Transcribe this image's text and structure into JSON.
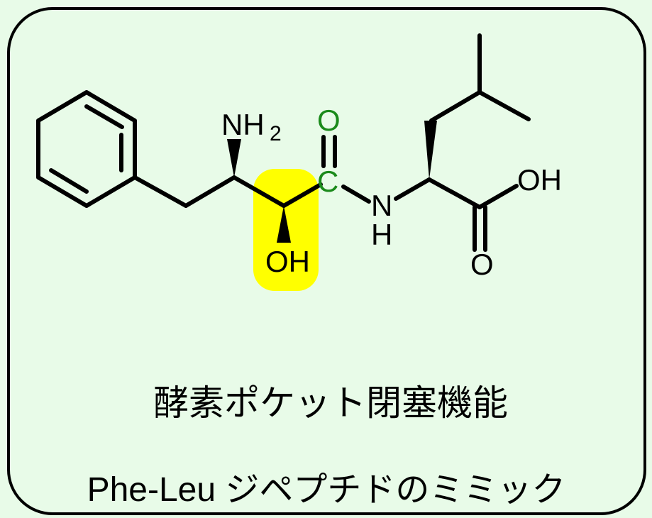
{
  "colors": {
    "background": "#e8fbe8",
    "ink": "#000000",
    "carbonyl": "#1a8a1a",
    "highlight": "#ffff00"
  },
  "molecule": {
    "amine_label": "NH",
    "amine_subscript": "2",
    "hydroxyl_label": "OH",
    "carbonyl_oxygen_label": "O",
    "carbonyl_carbon_label": "C",
    "amide_n_label": "N",
    "amide_h_label": "H",
    "acid_oh_label": "OH",
    "acid_o_label": "O"
  },
  "caption": {
    "line1": "酵素ポケット閉塞機能",
    "line2": "Phe-Leu ジペプチドのミミック"
  }
}
